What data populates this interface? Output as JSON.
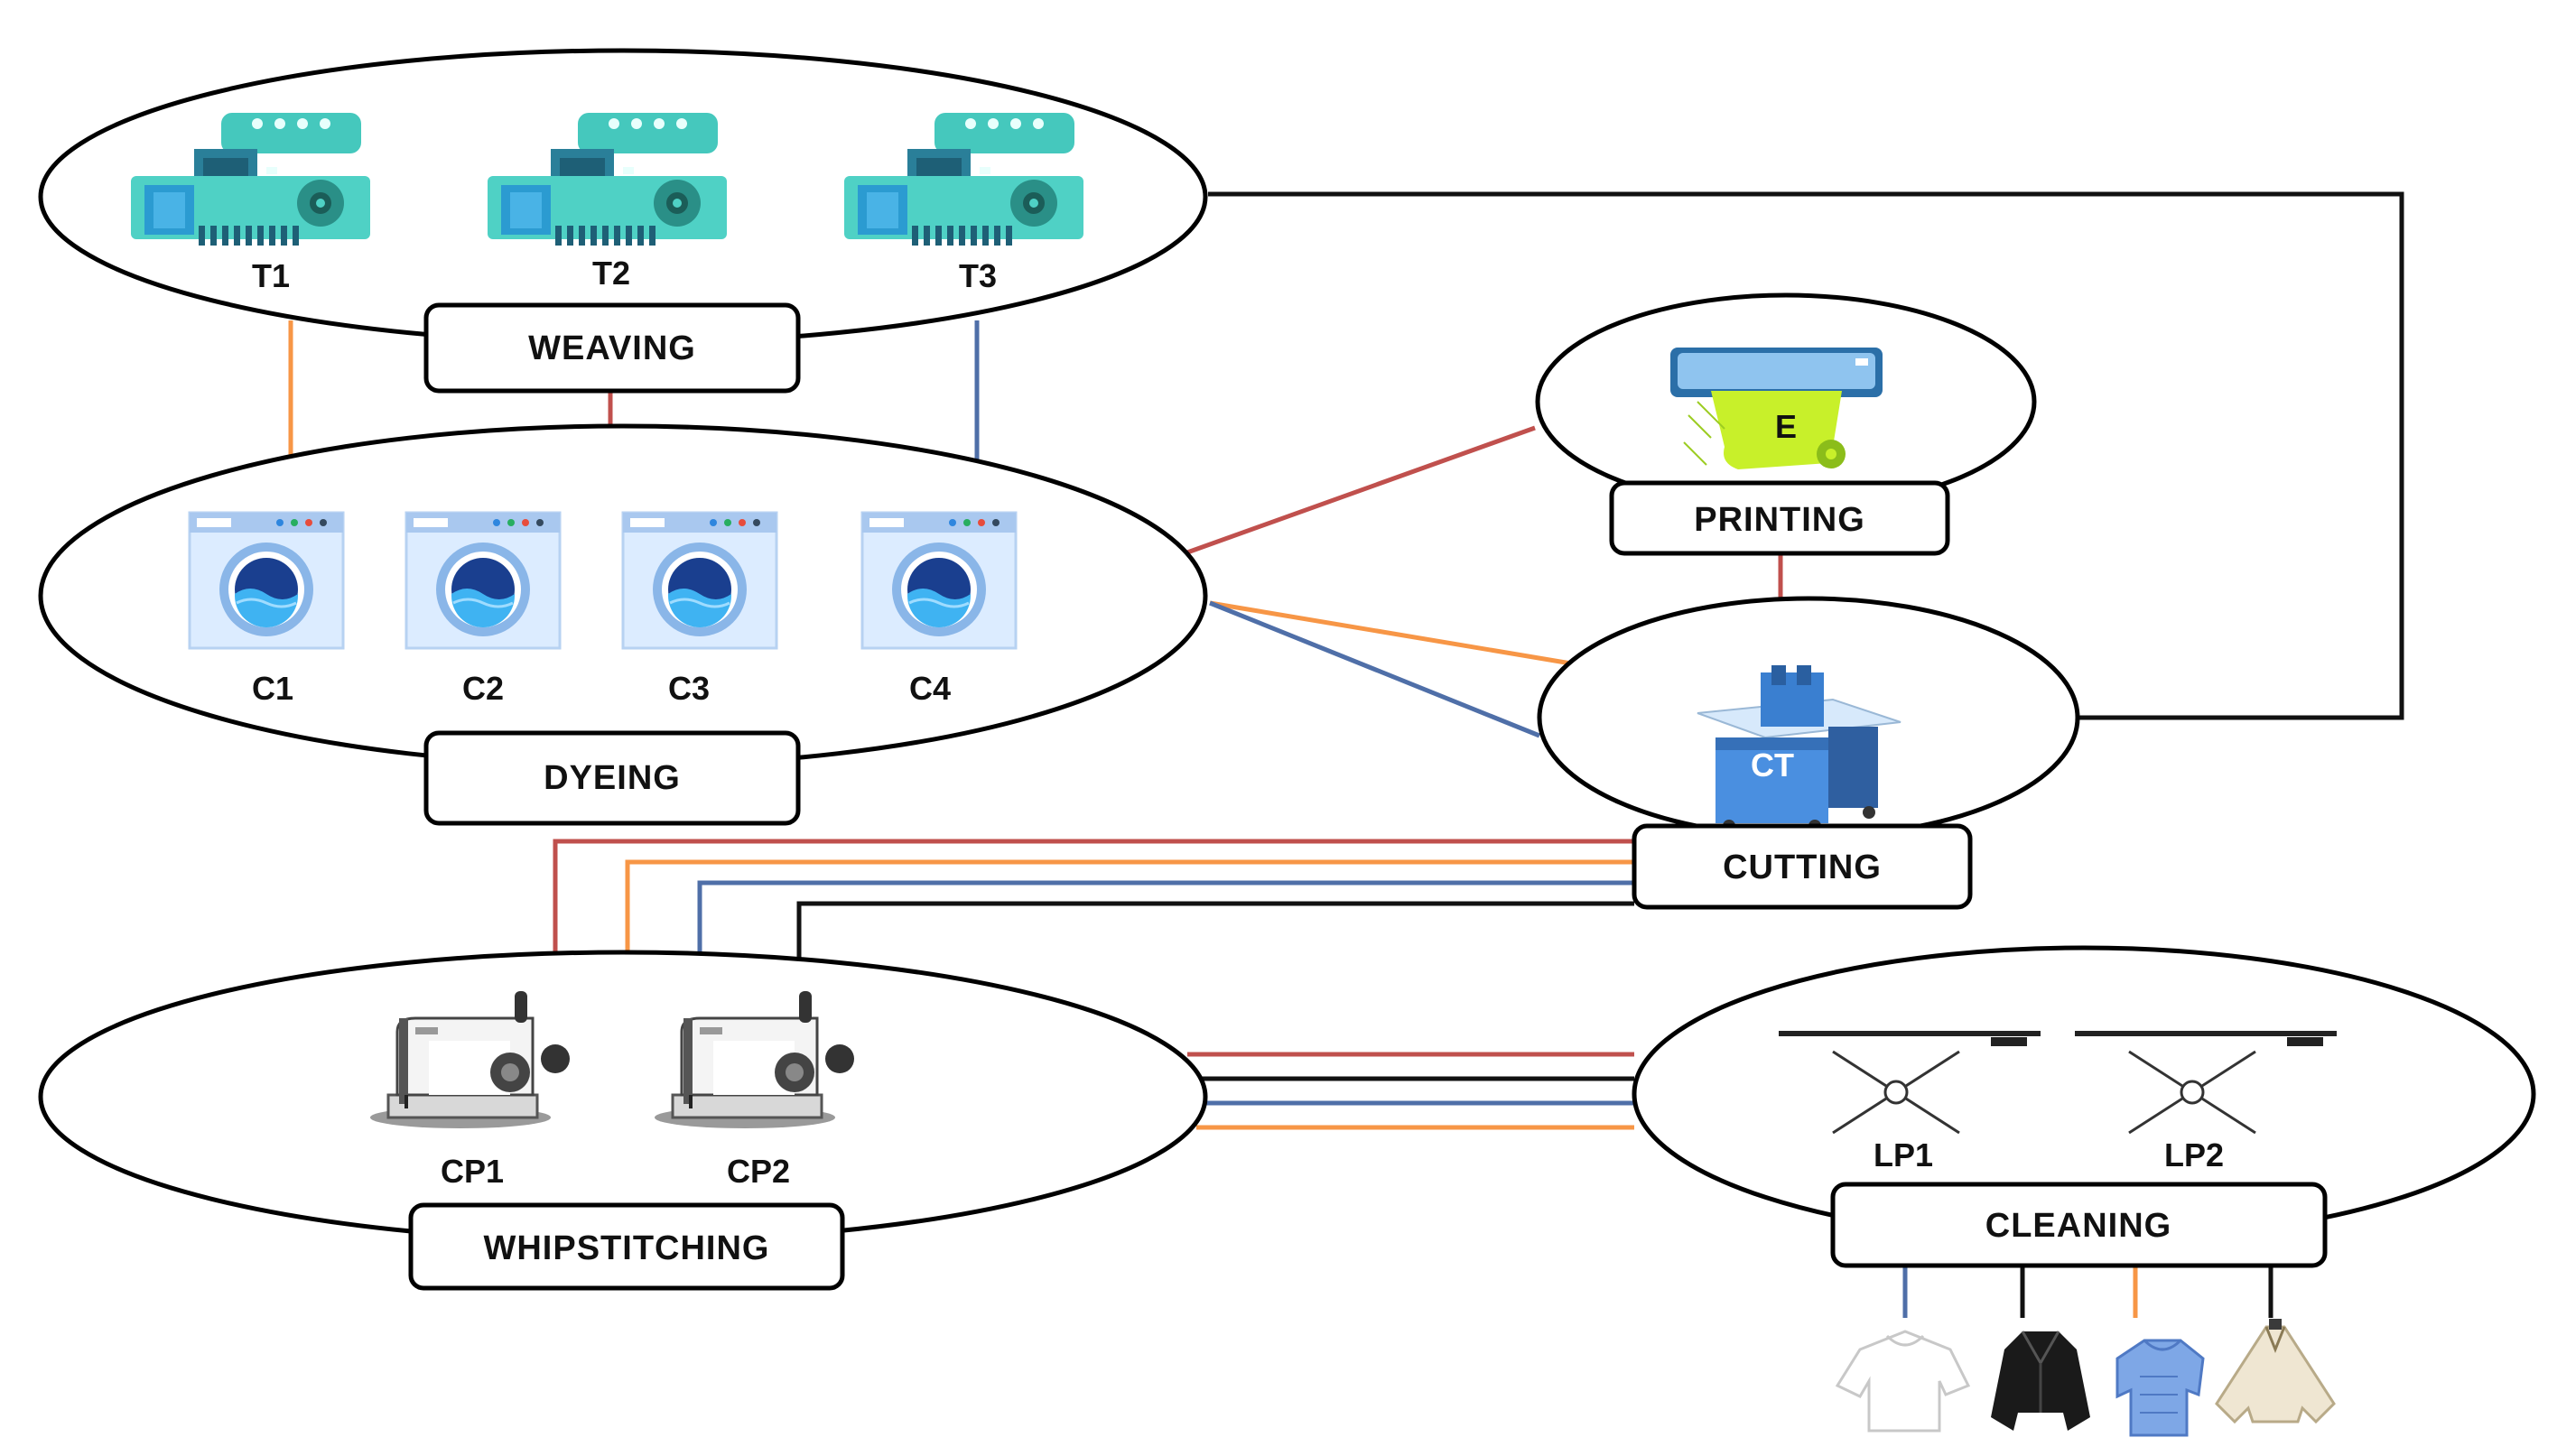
{
  "colors": {
    "red": "#c0504d",
    "orange": "#f79646",
    "blue": "#4f6fa8",
    "black": "#111111",
    "loom": "#4fd1c5",
    "washer": "#8ab6e8"
  },
  "stages": {
    "weaving": "WEAVING",
    "dyeing": "DYEING",
    "printing": "PRINTING",
    "cutting": "CUTTING",
    "whipstitching": "WHIPSTITCHING",
    "cleaning": "CLEANING"
  },
  "weaving_machines": [
    "T1",
    "T2",
    "T3"
  ],
  "dyeing_machines": [
    "C1",
    "C2",
    "C3",
    "C4"
  ],
  "printing_machine": "E",
  "cutting_machine": "CT",
  "whipstitching_machines": [
    "CP1",
    "CP2"
  ],
  "cleaning_machines": [
    "LP1",
    "LP2"
  ],
  "icons": {
    "weaving": "loom-icon",
    "dyeing": "washing-machine-icon",
    "printing": "printer-icon",
    "cutting": "cutting-table-icon",
    "whipstitching": "sewing-machine-icon",
    "cleaning": "ceiling-lamp-icon",
    "garments": [
      "white-shirt-icon",
      "black-jacket-icon",
      "blue-shirt-icon",
      "cream-poncho-icon"
    ]
  },
  "connections": [
    {
      "from": "weaving",
      "to": "dyeing",
      "color": "orange"
    },
    {
      "from": "weaving",
      "to": "dyeing",
      "color": "red"
    },
    {
      "from": "weaving",
      "to": "dyeing",
      "color": "blue"
    },
    {
      "from": "weaving",
      "to": "cutting",
      "color": "black"
    },
    {
      "from": "dyeing",
      "to": "printing",
      "color": "red"
    },
    {
      "from": "dyeing",
      "to": "cutting",
      "color": "orange"
    },
    {
      "from": "dyeing",
      "to": "cutting",
      "color": "blue"
    },
    {
      "from": "printing",
      "to": "cutting",
      "color": "red"
    },
    {
      "from": "cutting",
      "to": "whipstitching",
      "color": "red"
    },
    {
      "from": "cutting",
      "to": "whipstitching",
      "color": "orange"
    },
    {
      "from": "cutting",
      "to": "whipstitching",
      "color": "blue"
    },
    {
      "from": "cutting",
      "to": "whipstitching",
      "color": "black"
    },
    {
      "from": "whipstitching",
      "to": "cleaning",
      "color": "red"
    },
    {
      "from": "whipstitching",
      "to": "cleaning",
      "color": "black"
    },
    {
      "from": "whipstitching",
      "to": "cleaning",
      "color": "blue"
    },
    {
      "from": "whipstitching",
      "to": "cleaning",
      "color": "orange"
    },
    {
      "from": "cleaning",
      "to": "garment-1",
      "color": "blue"
    },
    {
      "from": "cleaning",
      "to": "garment-2",
      "color": "black"
    },
    {
      "from": "cleaning",
      "to": "garment-3",
      "color": "orange"
    },
    {
      "from": "cleaning",
      "to": "garment-4",
      "color": "black"
    }
  ]
}
